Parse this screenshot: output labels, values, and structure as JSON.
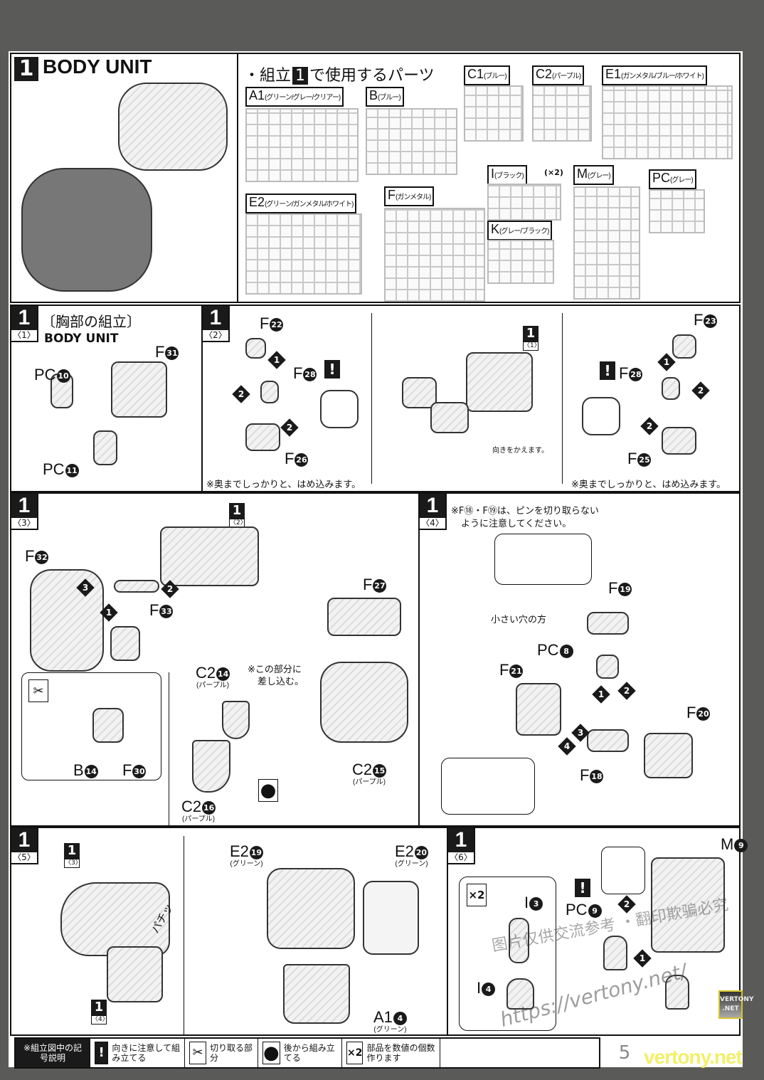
{
  "header": {
    "step": "1",
    "title": "BODY UNIT",
    "parts_heading_prefix": "・組立",
    "parts_heading_step": "1",
    "parts_heading_suffix": "で使用するパーツ"
  },
  "runners": [
    {
      "code": "A1",
      "color": "(グリーン/グレー/クリアー)"
    },
    {
      "code": "B",
      "color": "(ブルー)"
    },
    {
      "code": "C1",
      "color": "(ブルー)"
    },
    {
      "code": "C2",
      "color": "(パープル)"
    },
    {
      "code": "E1",
      "color": "(ガンメタル/ブルー/ホワイト)"
    },
    {
      "code": "E2",
      "color": "(グリーン/ガンメタル/ホワイト)"
    },
    {
      "code": "F",
      "color": "(ガンメタル)"
    },
    {
      "code": "I",
      "color": "(ブラック)",
      "qty": "(×2)"
    },
    {
      "code": "K",
      "color": "(グレー/ブラック)"
    },
    {
      "code": "M",
      "color": "(グレー)"
    },
    {
      "code": "PC",
      "color": "(グレー)"
    }
  ],
  "step1": {
    "badge": "1",
    "sub": "〈1〉",
    "title": "〔胸部の組立〕",
    "subtitle": "BODY UNIT",
    "labels": [
      {
        "p": "PC",
        "n": "10"
      },
      {
        "p": "F",
        "n": "31"
      },
      {
        "p": "PC",
        "n": "11"
      }
    ]
  },
  "step2": {
    "badge": "1",
    "sub": "〈2〉",
    "labels": [
      {
        "p": "F",
        "n": "22"
      },
      {
        "p": "F",
        "n": "28"
      },
      {
        "p": "F",
        "n": "26"
      },
      {
        "p": "F",
        "n": "23"
      },
      {
        "p": "F",
        "n": "28"
      },
      {
        "p": "F",
        "n": "25"
      }
    ],
    "ref": {
      "big": "1",
      "sub": "〈1〉"
    },
    "note": "※奥までしっかりと、はめ込みます。",
    "turn": "向きをかえます。"
  },
  "step3": {
    "badge": "1",
    "sub": "〈3〉",
    "ref": {
      "big": "1",
      "sub": "〈2〉"
    },
    "labels": [
      {
        "p": "F",
        "n": "32"
      },
      {
        "p": "F",
        "n": "33"
      },
      {
        "p": "F",
        "n": "27"
      },
      {
        "p": "C2",
        "n": "14",
        "c": "(パープル)"
      },
      {
        "p": "C2",
        "n": "15",
        "c": "(パープル)"
      },
      {
        "p": "C2",
        "n": "16",
        "c": "(パープル)"
      },
      {
        "p": "B",
        "n": "14"
      },
      {
        "p": "F",
        "n": "30"
      }
    ],
    "insert_note_1": "※この部分に",
    "insert_note_2": "差し込む。"
  },
  "step4": {
    "badge": "1",
    "sub": "〈4〉",
    "note_1": "※F⑱・F⑲は、ピンを切り取らない",
    "note_2": "ように注意してください。",
    "small_hole": "小さい穴の方",
    "labels": [
      {
        "p": "F",
        "n": "19"
      },
      {
        "p": "PC",
        "n": "8"
      },
      {
        "p": "F",
        "n": "21"
      },
      {
        "p": "F",
        "n": "20"
      },
      {
        "p": "F",
        "n": "18"
      }
    ]
  },
  "step5": {
    "badge": "1",
    "sub": "〈5〉",
    "ref_a": {
      "big": "1",
      "sub": "〈3〉"
    },
    "ref_b": {
      "big": "1",
      "sub": "〈4〉"
    },
    "snap": "パチッ",
    "labels": [
      {
        "p": "E2",
        "n": "19",
        "c": "(グリーン)"
      },
      {
        "p": "E2",
        "n": "20",
        "c": "(グリーン)"
      },
      {
        "p": "A1",
        "n": "4",
        "c": "(グリーン)"
      }
    ]
  },
  "step6": {
    "badge": "1",
    "sub": "〈6〉",
    "qty": "×2",
    "labels": [
      {
        "p": "M",
        "n": "9"
      },
      {
        "p": "PC",
        "n": "9"
      },
      {
        "p": "I",
        "n": "3"
      },
      {
        "p": "I",
        "n": "4"
      }
    ],
    "watermark_url": "https://vertony.net/",
    "watermark_cn": "图片仅供交流参考 ・翻印欺骗必究",
    "logo": "VERTONY .NET"
  },
  "legend": {
    "head": "※組立図中の記号説明",
    "items": [
      {
        "icon": "exclamation-icon",
        "glyph": "!",
        "text": "向きに注意して組み立てる"
      },
      {
        "icon": "nipper-icon",
        "glyph": "✂",
        "text": "切り取る部分"
      },
      {
        "icon": "later-assembly-icon",
        "glyph": "●",
        "text": "後から組み立てる"
      },
      {
        "icon": "multiply-icon",
        "glyph": "×2",
        "text": "部品を数値の個数作ります"
      }
    ]
  },
  "page_number": "5",
  "watermark": "vertony.net"
}
